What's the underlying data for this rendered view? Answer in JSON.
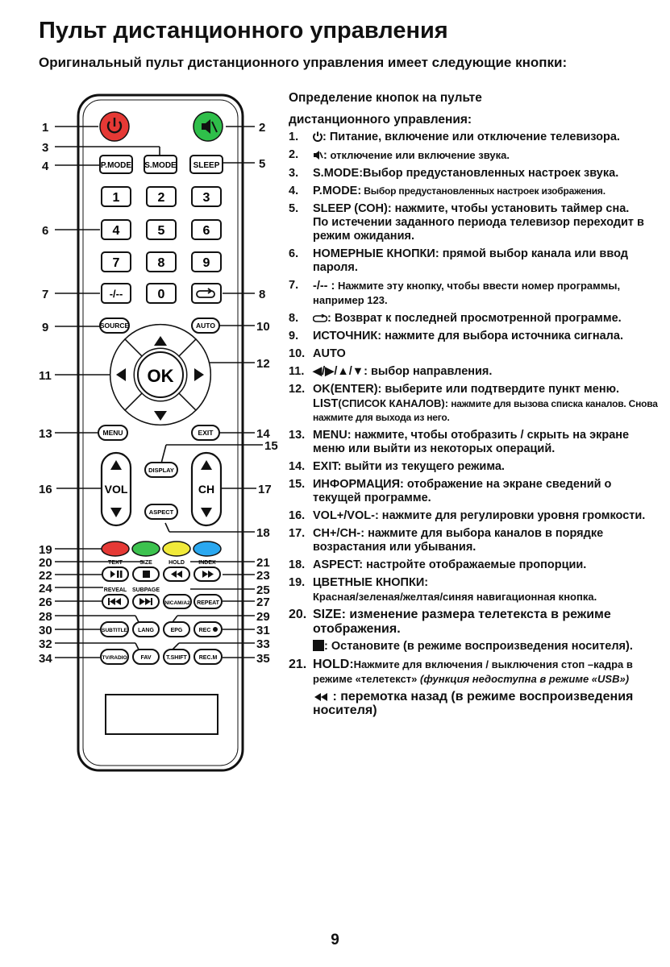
{
  "header": {
    "title": "Пульт дистанционного управления",
    "subtitle": "Оригинальный пульт дистанционного управления имеет следующие кнопки:"
  },
  "remote": {
    "buttons": {
      "pmode": "P.MODE",
      "smode": "S.MODE",
      "sleep": "SLEEP",
      "d1": "1",
      "d2": "2",
      "d3": "3",
      "d4": "4",
      "d5": "5",
      "d6": "6",
      "d7": "7",
      "d8": "8",
      "d9": "9",
      "dash": "-/--",
      "d0": "0",
      "source": "SOURCE",
      "auto": "AUTO",
      "ok": "OK",
      "menu": "MENU",
      "exit": "EXIT",
      "display": "DISPLAY",
      "aspect": "ASPECT",
      "vol": "VOL",
      "ch": "CH",
      "nicam": "NICAM/A2",
      "repeat": "REPEAT",
      "subtitle": "SUBTITLE",
      "lang": "LANG",
      "epg": "EPG",
      "rec": "REC",
      "tvradio": "TV/RADIO",
      "fav": "FAV",
      "tshift": "T.SHIFT",
      "recm": "REC.M"
    },
    "small_labels": {
      "text": "TEXT",
      "size": "SIZE",
      "hold": "HOLD",
      "index": "INDEX",
      "reveal": "REVEAL",
      "subpage": "SUBPAGE"
    },
    "callouts": [
      "1",
      "2",
      "3",
      "4",
      "5",
      "6",
      "7",
      "8",
      "9",
      "10",
      "11",
      "12",
      "13",
      "14",
      "15",
      "16",
      "17",
      "18",
      "19",
      "20",
      "21",
      "22",
      "23",
      "24",
      "25",
      "26",
      "27",
      "28",
      "29",
      "30",
      "31",
      "32",
      "33",
      "34",
      "35"
    ],
    "colors": {
      "power": "#e53935",
      "mute": "#2fbf4a",
      "red": "#e53935",
      "green": "#3cc24e",
      "yellow": "#f1ea3a",
      "blue": "#2aa8f0"
    }
  },
  "definitions": {
    "heading1": "Определение кнопок на пульте",
    "heading2": "дистанционного управления:",
    "items": {
      "i1": {
        "num": "1.",
        "key": ":",
        "text": " Питание, включение или отключение телевизора."
      },
      "i2": {
        "num": "2.",
        "key": ":",
        "text": " отключение или включение звука."
      },
      "i3": {
        "num": "3.",
        "key": "S.MODE:",
        "text": "Выбор предустановленных настроек звука."
      },
      "i4": {
        "num": "4.",
        "key": "P.MODE:",
        "text": " Выбор предустановленных настроек изображения."
      },
      "i5": {
        "num": "5.",
        "key": "SLEEP (СОН):",
        "text": " нажмите, чтобы установить таймер сна.",
        "text2": "По истечении заданного периода телевизор переходит в режим ожидания."
      },
      "i6": {
        "num": "6.",
        "key": "НОМЕРНЫЕ КНОПКИ:",
        "text": " прямой выбор канала или ввод пароля."
      },
      "i7": {
        "num": "7.",
        "key": "-/-- :",
        "text": "  Нажмите эту кнопку, чтобы ввести номер программы, например 123."
      },
      "i8": {
        "num": "8.",
        "key": ":",
        "text": " Возврат к последней просмотренной программе."
      },
      "i9": {
        "num": "9.",
        "key": "ИСТОЧНИК:",
        "text": " нажмите для выбора источника сигнала."
      },
      "i10": {
        "num": "10.",
        "key": "AUTO",
        "text": ""
      },
      "i11": {
        "num": "11.",
        "key": "◀/▶/▲/▼:",
        "text": " выбор направления."
      },
      "i12": {
        "num": "12.",
        "key": "OK(ENTER):",
        "text": " выберите или подтвердите пункт меню.",
        "key2": "LIST",
        "text2a": "(СПИСОК КАНАЛОВ):",
        "text2b": " нажмите для вызова списка каналов. Снова нажмите для выхода из него."
      },
      "i13": {
        "num": "13.",
        "key": "MENU:",
        "text": " нажмите, чтобы отобразить / скрыть на экране меню или выйти из некоторых операций."
      },
      "i14": {
        "num": "14.",
        "key": "EXIT:",
        "text": " выйти из текущего режима."
      },
      "i15": {
        "num": "15.",
        "key": "ИНФОРМАЦИЯ:",
        "text": " отображение на экране сведений о текущей программе."
      },
      "i16": {
        "num": "16.",
        "key": "VOL+/VOL-:",
        "text": " нажмите для регулировки уровня громкости."
      },
      "i17": {
        "num": "17.",
        "key": "CH+/CH-:",
        "text": " нажмите для выбора каналов в порядке возрастания или убывания."
      },
      "i18": {
        "num": "18.",
        "key": "ASPECT",
        "text": ": настройте отображаемые пропорции."
      },
      "i19": {
        "num": "19.",
        "key": "ЦВЕТНЫЕ КНОПКИ:",
        "text": "Красная/зеленая/желтая/синяя навигационная кнопка."
      },
      "i20": {
        "num": "20.",
        "key": "SIZE:",
        "text": " изменение размера телетекста в режиме отображения.",
        "text2": ": Остановите (в режиме воспроизведения носителя)."
      },
      "i21": {
        "num": "21.",
        "key": "HOLD:",
        "text": "Нажмите для включения / выключения стоп –кадра в режиме «телетекст» ",
        "text_it": "(функция недоступна в режиме «USB»)",
        "text2": " : перемотка назад (в режиме воспроизведения носителя)"
      }
    }
  },
  "page_number": "9"
}
